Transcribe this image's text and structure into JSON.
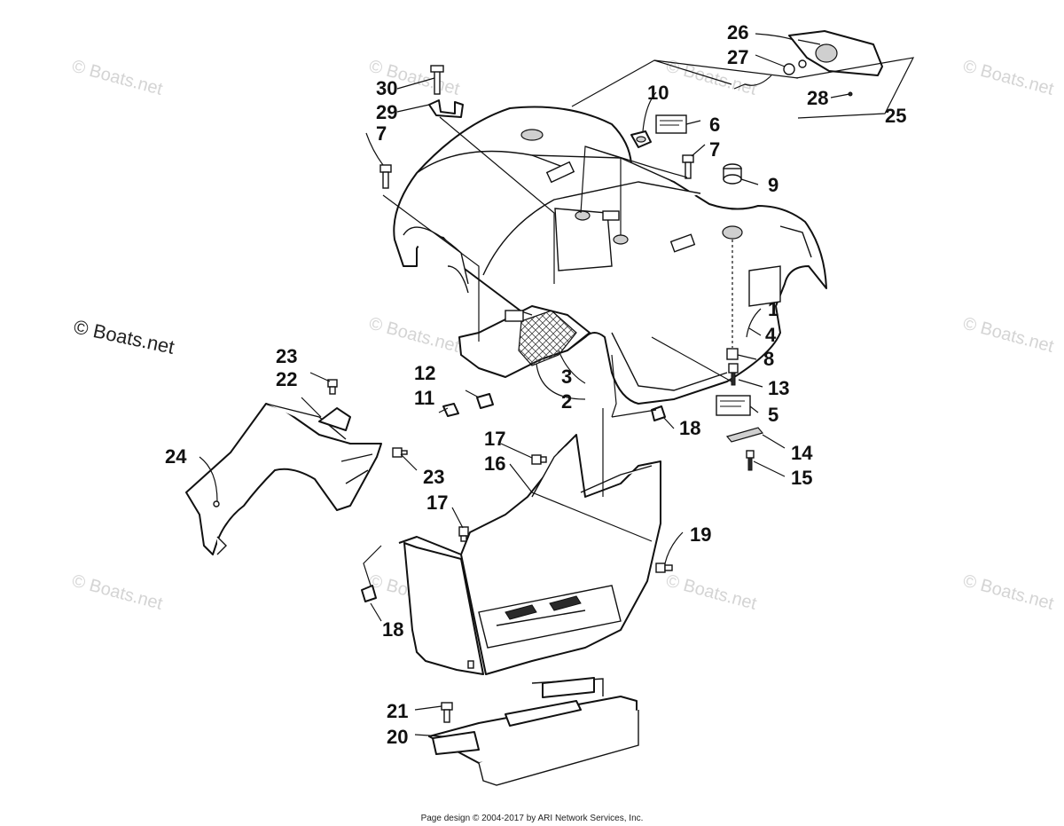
{
  "watermark": {
    "text": "© Boats.net"
  },
  "callouts": [
    "1",
    "2",
    "3",
    "4",
    "5",
    "6",
    "7",
    "8",
    "9",
    "10",
    "11",
    "12",
    "13",
    "14",
    "15",
    "16",
    "17",
    "18",
    "19",
    "20",
    "21",
    "22",
    "23",
    "24",
    "25",
    "26",
    "27",
    "28",
    "29",
    "30"
  ],
  "footer": {
    "text": "Page design © 2004-2017 by ARI Network Services, Inc."
  }
}
